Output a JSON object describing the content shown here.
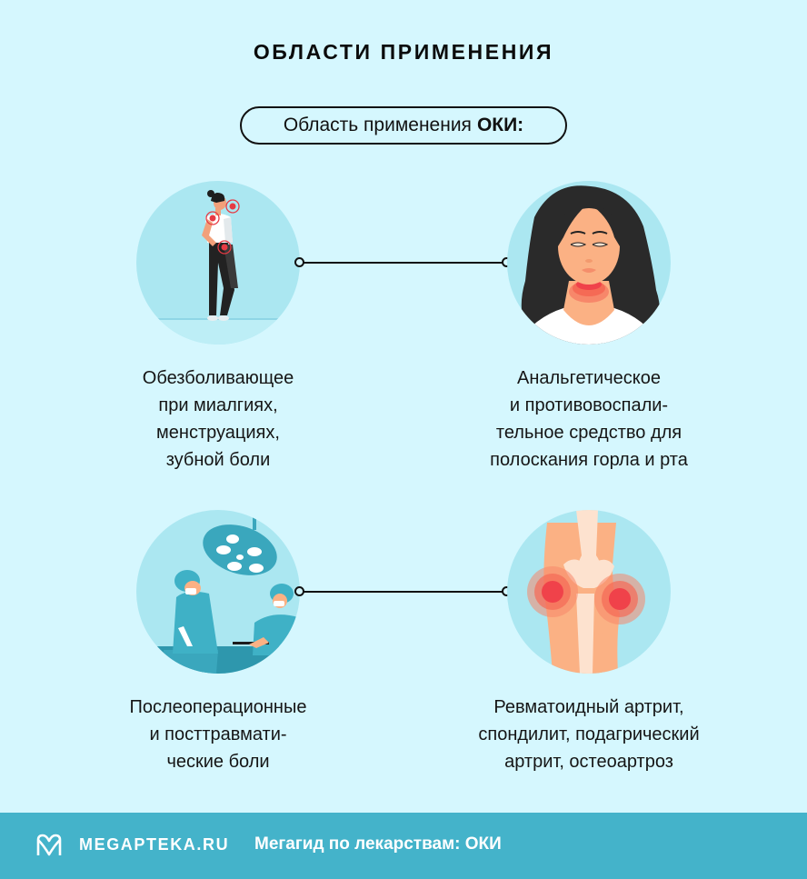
{
  "header": {
    "title": "ОБЛАСТИ ПРИМЕНЕНИЯ",
    "subtitle_prefix": "Область применения",
    "subtitle_bold": "ОКИ:"
  },
  "items": [
    {
      "illustration": "woman-with-pain-points",
      "lines": [
        "Обезболивающее",
        "при миалгиях,",
        "менструациях,",
        "зубной боли"
      ]
    },
    {
      "illustration": "woman-with-sore-throat",
      "lines": [
        "Анальгетическое",
        "и противовоспали-",
        "тельное средство для",
        "полоскания горла и рта"
      ]
    },
    {
      "illustration": "surgeons-in-operating-room",
      "lines": [
        "Послеоперационные",
        "и посттравмати-",
        "ческие боли"
      ]
    },
    {
      "illustration": "inflamed-knee-joint",
      "lines": [
        "Ревматоидный артрит,",
        "спондилит, подагрический",
        "артрит, остеоартроз"
      ]
    }
  ],
  "footer": {
    "logo_icon": "megapteka-m-logo-icon",
    "brand": "MEGAPTEKA.RU",
    "tagline": "Мегагид по лекарствам: ОКИ"
  },
  "colors": {
    "background": "#d5f7fe",
    "circle": "#abe7f1",
    "footer": "#44b3ca",
    "pain_red": "#f0424a",
    "skin": "#fbb184",
    "scrubs": "#3fb1c6"
  }
}
